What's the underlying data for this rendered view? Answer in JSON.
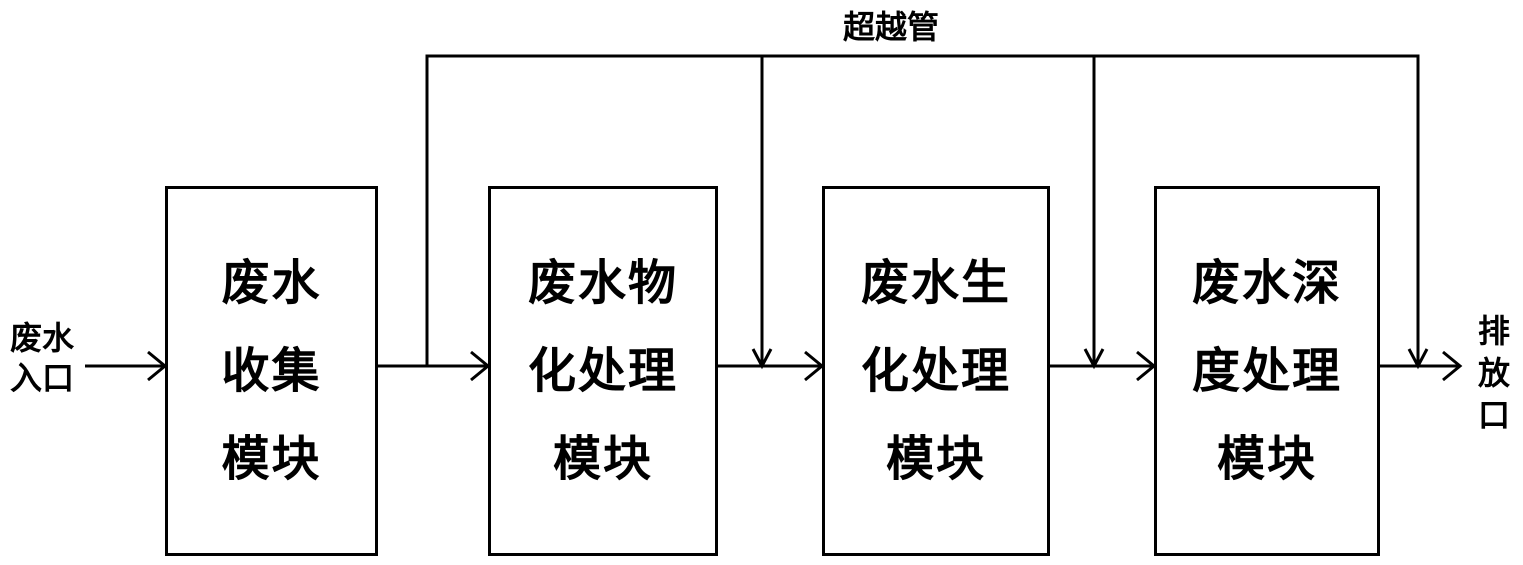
{
  "inlet_label": [
    "废水",
    "入口"
  ],
  "bypass_label": "超越管",
  "outlet_label": [
    "排",
    "放",
    "口"
  ],
  "modules": [
    {
      "lines": [
        "废水",
        "收集",
        "模块"
      ]
    },
    {
      "lines": [
        "废水物",
        "化处理",
        "模块"
      ]
    },
    {
      "lines": [
        "废水生",
        "化处理",
        "模块"
      ]
    },
    {
      "lines": [
        "废水深",
        "度处理",
        "模块"
      ]
    }
  ]
}
